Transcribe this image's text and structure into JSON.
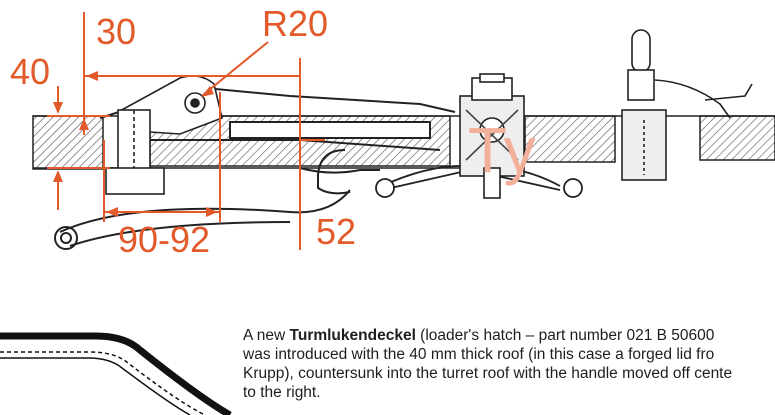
{
  "dimensions": {
    "d30": "30",
    "d40": "40",
    "r20": "R20",
    "d90_92": "90-92",
    "d52": "52"
  },
  "watermark": "Ty",
  "caption": {
    "line1_prefix": "A new ",
    "line1_bold": "Turmlukendeckel",
    "line1_suffix": " (loader's hatch – part number 021 B 50600",
    "line2": "was introduced with the 40 mm thick roof (in this case a forged lid fro",
    "line3": "Krupp), countersunk into the turret roof with the handle moved off cente",
    "line4": "to the right."
  },
  "colors": {
    "annotation": "#e35a2a",
    "ink": "#1e1e1e",
    "hatch": "#555555"
  }
}
